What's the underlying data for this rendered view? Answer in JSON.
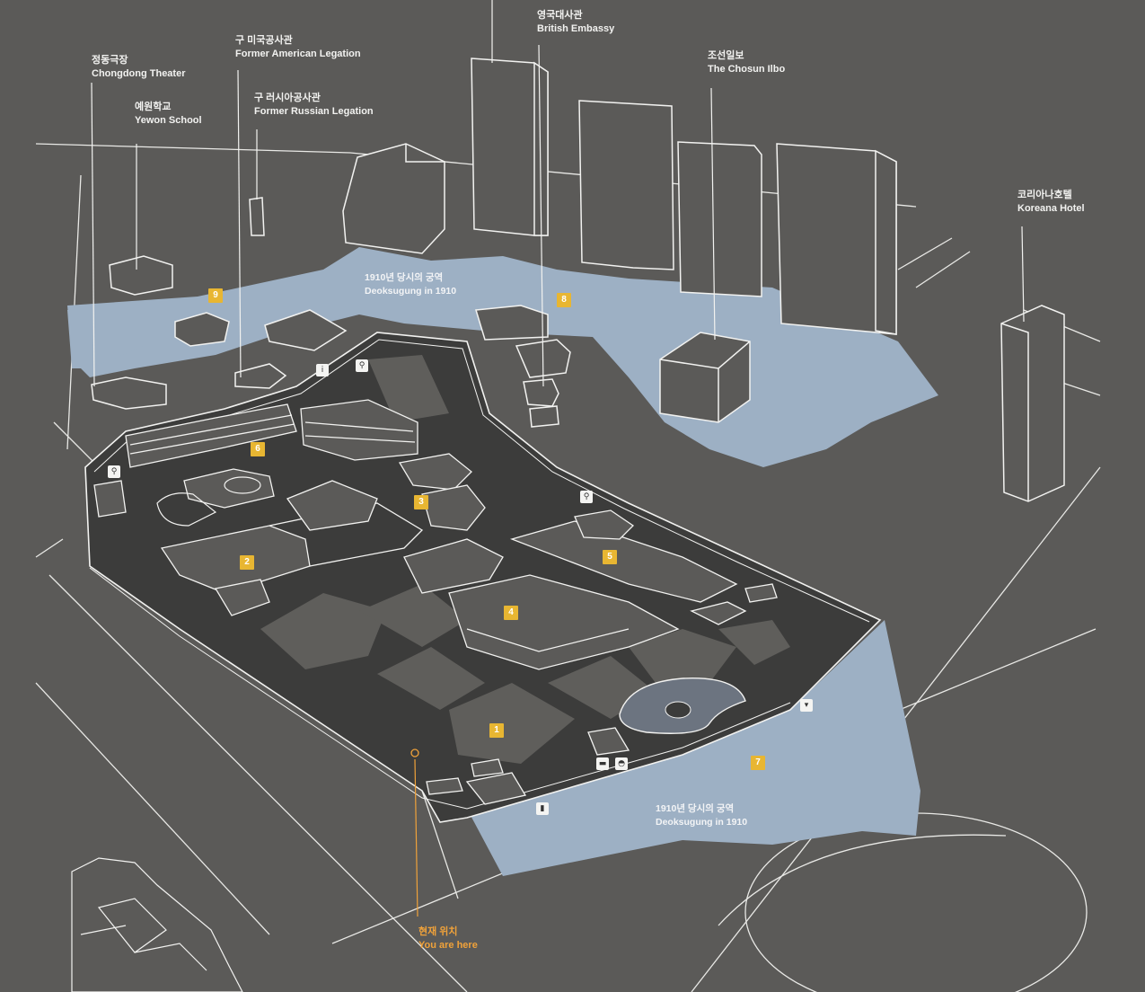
{
  "map_title": "",
  "colors": {
    "background": "#5b5a58",
    "historic_area": "#9db0c4",
    "palace_ground": "#3c3c3b",
    "outline": "#f2f2f0",
    "marker": "#e8b632",
    "you_are_here": "#f0a23a"
  },
  "labels": {
    "chongdong": {
      "ko": "정동극장",
      "en": "Chongdong Theater"
    },
    "yewon": {
      "ko": "예원학교",
      "en": "Yewon School"
    },
    "american": {
      "ko": "구 미국공사관",
      "en": "Former American Legation"
    },
    "russian": {
      "ko": "구 러시아공사관",
      "en": "Former Russian Legation"
    },
    "british": {
      "ko": "영국대사관",
      "en": "British Embassy"
    },
    "chosun": {
      "ko": "조선일보",
      "en": "The Chosun Ilbo"
    },
    "koreana": {
      "ko": "코리아나호텔",
      "en": "Koreana Hotel"
    },
    "you_are_here": {
      "ko": "현재 위치",
      "en": "You are here"
    }
  },
  "areas": {
    "north": {
      "ko": "1910년 당시의 궁역",
      "en": "Deoksugung in 1910"
    },
    "south": {
      "ko": "1910년 당시의 궁역",
      "en": "Deoksugung in 1910"
    }
  },
  "markers": [
    "1",
    "2",
    "3",
    "4",
    "5",
    "6",
    "7",
    "8",
    "9"
  ],
  "facility_icons": [
    "restroom-icon",
    "restroom-icon",
    "restroom-icon",
    "info-icon",
    "shop-icon",
    "cafe-icon",
    "vending-icon",
    "phone-icon",
    "camera-icon"
  ]
}
